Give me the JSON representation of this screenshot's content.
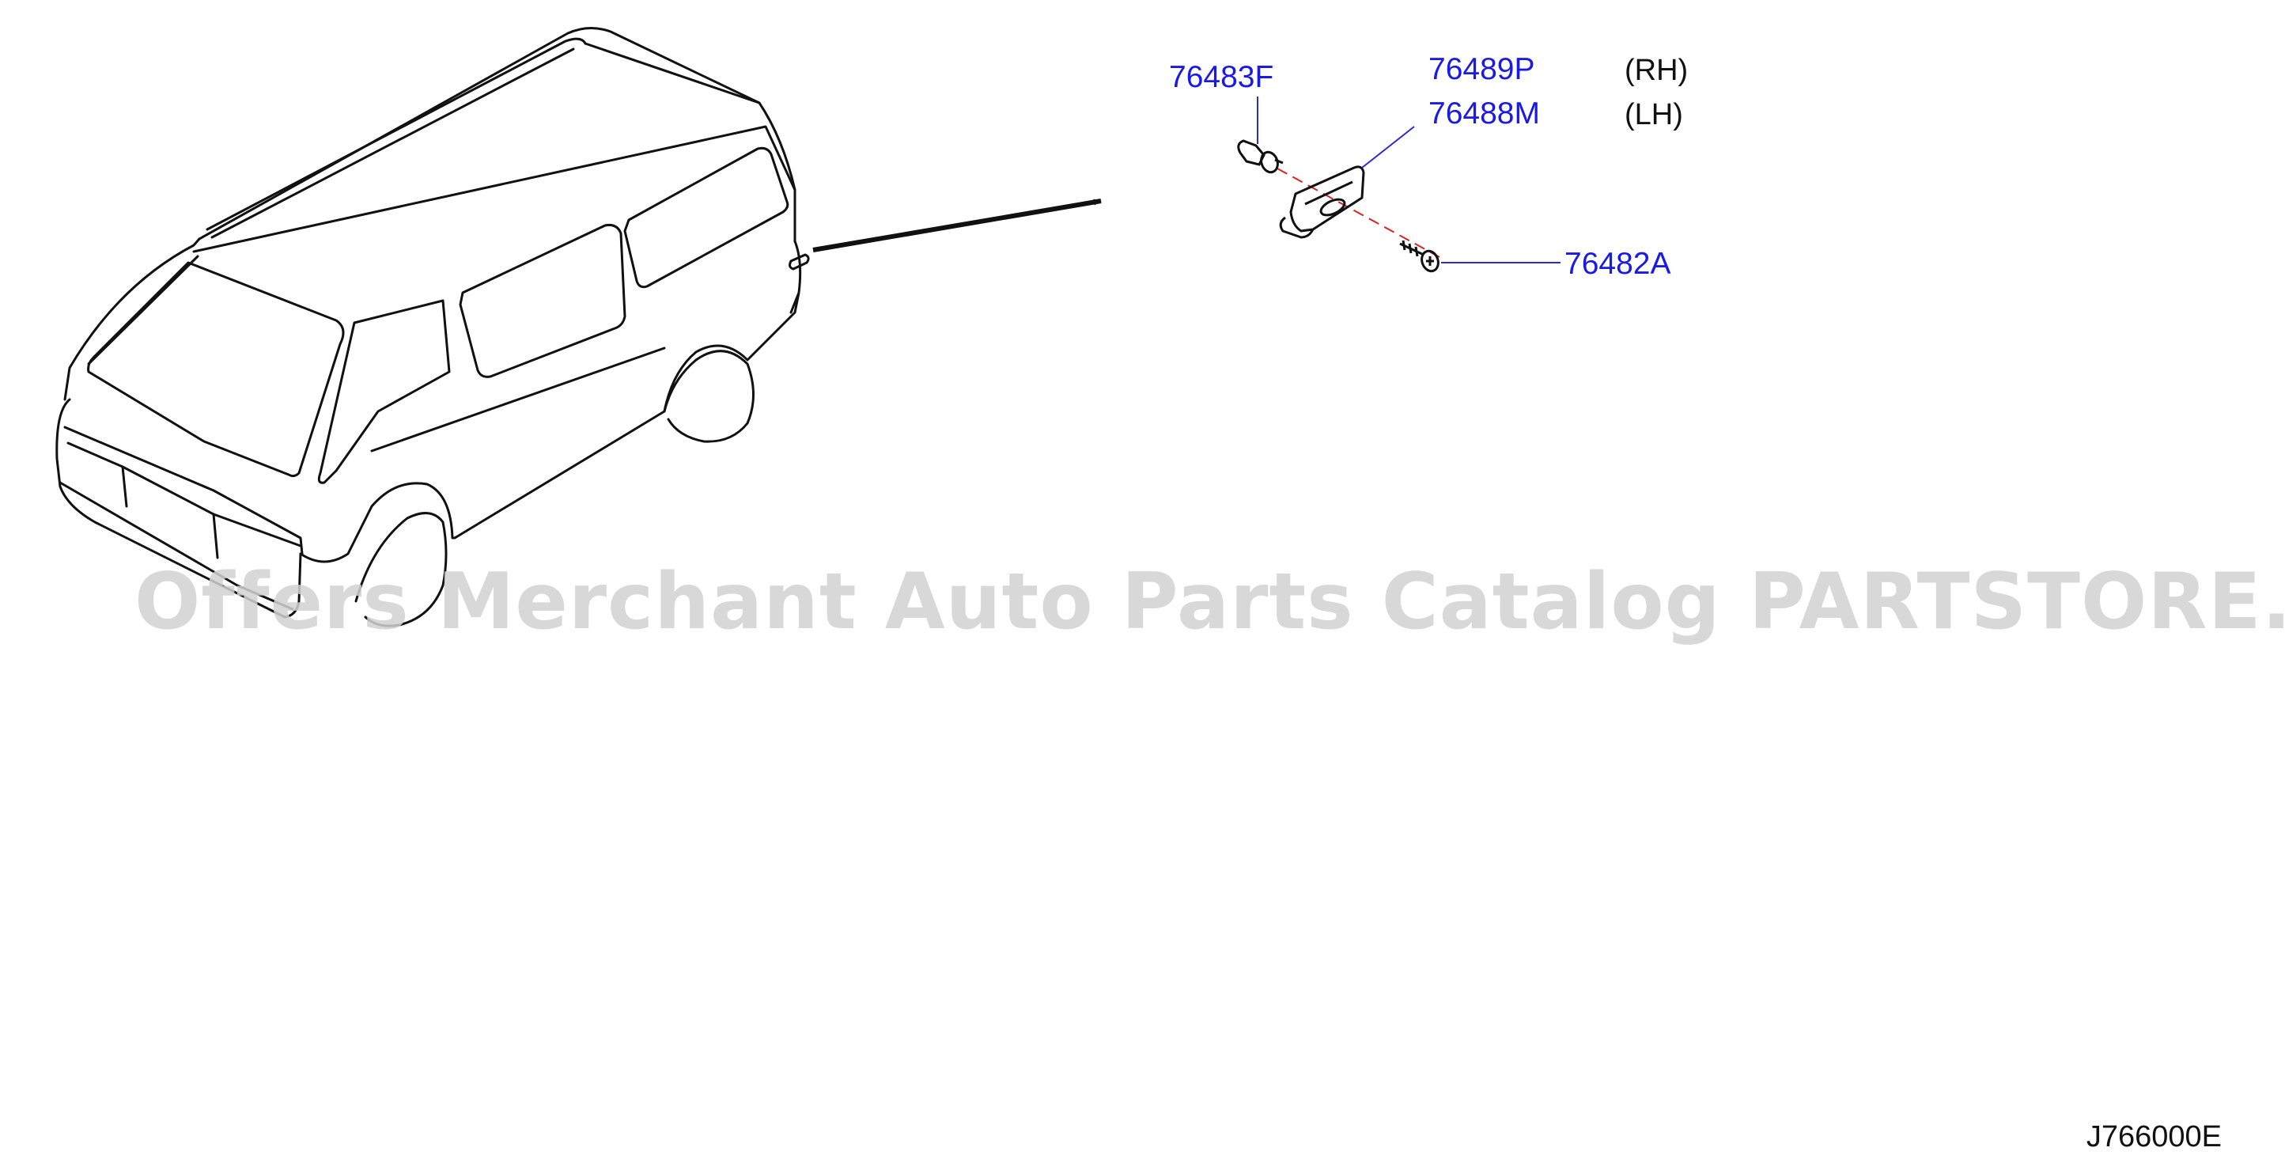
{
  "diagram": {
    "colors": {
      "line": "#111111",
      "callout": "#1a1ae6",
      "leader": "#2a2ad0",
      "centerline": "#e02020",
      "watermark": "#d2d2d2"
    },
    "parts": [
      {
        "number": "76483F"
      },
      {
        "number": "76489P",
        "side": "(RH)"
      },
      {
        "number": "76488M",
        "side": "(LH)"
      },
      {
        "number": "76482A"
      }
    ],
    "watermark": "Offers Merchant Auto Parts Catalog PARTSTORE.SA",
    "code": "J766000E"
  }
}
